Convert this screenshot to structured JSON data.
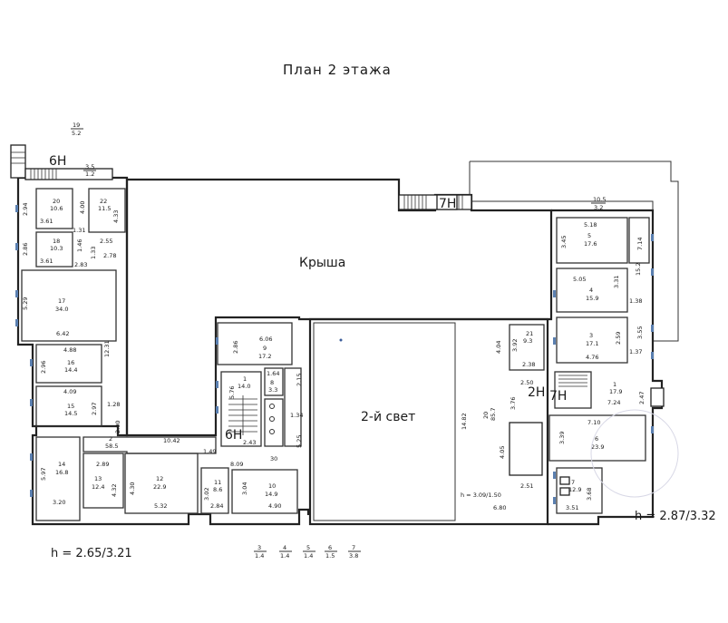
{
  "title": "План 2 этажа",
  "labels": {
    "roof": "Крыша",
    "second_light": "2-й свет",
    "stair_6n_top": "6Н",
    "stair_6n_inner": "6Н",
    "stair_7n_top": "7Н",
    "stair_2n": "2Н",
    "stair_7n_right": "7Н"
  },
  "heights": {
    "left": "h = 2.65/3.21",
    "right": "h = 2.87/3.32",
    "hall": "h = 3.09/1.50"
  },
  "fractions": {
    "f19": {
      "num": "19",
      "den": "5.2"
    },
    "f_top_small": {
      "num": "3.5",
      "den": "1.2"
    },
    "f105": {
      "num": "10.5",
      "den": "3.2"
    }
  },
  "rooms": {
    "r20": {
      "num": "20",
      "area": "10.6"
    },
    "r22": {
      "num": "22",
      "area": "11.5"
    },
    "r18": {
      "num": "18",
      "area": "10.3"
    },
    "r17": {
      "num": "17",
      "area": "34.0"
    },
    "r16": {
      "num": "16",
      "area": "14.4"
    },
    "r15": {
      "num": "15",
      "area": "14.5"
    },
    "r14": {
      "num": "14",
      "area": "16.8"
    },
    "r13": {
      "num": "13",
      "area": "12.4"
    },
    "r12": {
      "num": "12",
      "area": "22.9"
    },
    "r2": {
      "num": "2",
      "area": "58.5"
    },
    "r11": {
      "num": "11",
      "area": "8.6"
    },
    "r10": {
      "num": "10",
      "area": "14.9"
    },
    "r9": {
      "num": "9",
      "area": "17.2"
    },
    "r1": {
      "num": "1",
      "area": "14.0"
    },
    "r8": {
      "num": "8",
      "area": "3.3"
    },
    "r21": {
      "num": "21",
      "area": "9.3"
    },
    "r20b": {
      "num": "20",
      "area": "85.7"
    },
    "r5": {
      "num": "5",
      "area": "17.6"
    },
    "r4": {
      "num": "4",
      "area": "15.9"
    },
    "r3": {
      "num": "3",
      "area": "17.1"
    },
    "r1b": {
      "num": "1",
      "area": "17.9"
    },
    "r6": {
      "num": "6",
      "area": "23.9"
    },
    "r7": {
      "num": "7",
      "area": "12.9"
    }
  },
  "dimensions": {
    "d294": "2.94",
    "d361a": "3.61",
    "d400": "4.00",
    "d131": "1.31",
    "d433": "4.33",
    "d286": "2.86",
    "d361b": "3.61",
    "d146": "1.46",
    "d133": "1.33",
    "d255": "2.55",
    "d283": "2.83",
    "d278": "2.78",
    "d529": "5.29",
    "d642": "6.42",
    "d1231": "12.31",
    "d488": "4.88",
    "d296": "2.96",
    "d409": "4.09",
    "d297": "2.97",
    "d128": "1.28",
    "d200": "2.00",
    "d597": "5.97",
    "d320": "3.20",
    "d289": "2.89",
    "d432": "4.32",
    "d430": "4.30",
    "d532": "5.32",
    "d1042": "10.42",
    "d149": "1.49",
    "d809": "8.09",
    "d302": "3.02",
    "d284": "2.84",
    "d304": "3.04",
    "d490": "4.90",
    "d606": "6.06",
    "d286b": "2.86",
    "d576": "5.76",
    "d164": "1.64",
    "d215": "2.15",
    "d134": "1.34",
    "d525": "5.25",
    "d243": "2.43",
    "d404": "4.04",
    "d392": "3.92",
    "d238": "2.38",
    "d250": "2.50",
    "d376": "3.76",
    "d405": "4.05",
    "d1482": "14.82",
    "d251": "2.51",
    "d680": "6.80",
    "d518": "5.18",
    "d345": "3.45",
    "d714": "7.14",
    "d505": "5.05",
    "d331": "3.31",
    "d138": "1.38",
    "d259": "2.59",
    "d476": "4.76",
    "d137": "1.37",
    "d355": "3.55",
    "d724": "7.24",
    "d247": "2.47",
    "d710": "7.10",
    "d339": "3.39",
    "d368": "3.68",
    "d351": "3.51",
    "d152": "15.2",
    "d30": "30"
  },
  "legend": [
    {
      "num": "3",
      "den": "1.4"
    },
    {
      "num": "4",
      "den": "1.4"
    },
    {
      "num": "5",
      "den": "1.4"
    },
    {
      "num": "6",
      "den": "1.5"
    },
    {
      "num": "7",
      "den": "3.8"
    }
  ]
}
